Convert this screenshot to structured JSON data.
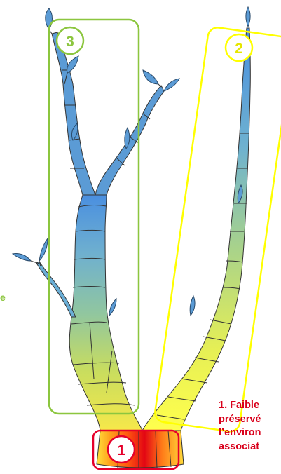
{
  "badges": {
    "one": "1",
    "two": "2",
    "three": "3"
  },
  "side_text": "e",
  "caption": {
    "line1": "1. Faible",
    "line2": "préservé",
    "line3": "l’environ",
    "line4": "associat"
  },
  "colors": {
    "green_box": "#8cc63f",
    "yellow_box": "#ffff00",
    "red_box": "#e5002b",
    "caption": "#d9001b",
    "leaf": "#5b9bd5",
    "base_red": "#e30613"
  }
}
